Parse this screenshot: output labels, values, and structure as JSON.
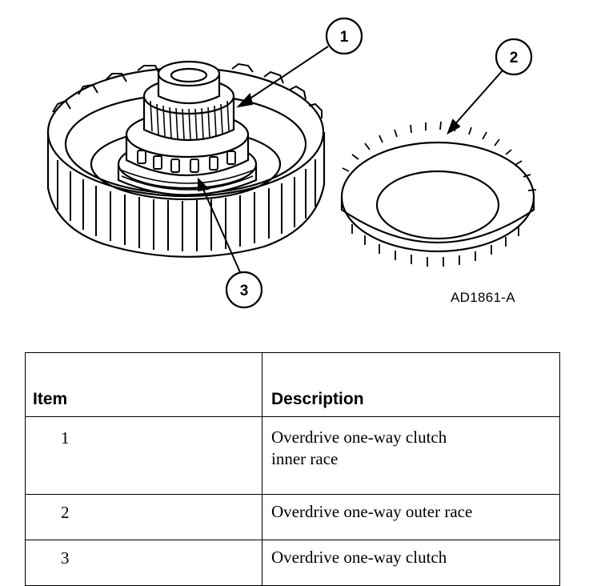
{
  "callouts": [
    {
      "number": "1"
    },
    {
      "number": "2"
    },
    {
      "number": "3"
    }
  ],
  "figure_code": "AD1861-A",
  "table": {
    "headers": {
      "item": "Item",
      "description": "Description"
    },
    "rows": [
      {
        "item": "1",
        "description_lines": [
          "Overdrive one-way clutch",
          "inner race"
        ]
      },
      {
        "item": "2",
        "description_lines": [
          "Overdrive one-way outer race"
        ]
      },
      {
        "item": "3",
        "description_lines": [
          "Overdrive one-way clutch"
        ]
      }
    ]
  }
}
